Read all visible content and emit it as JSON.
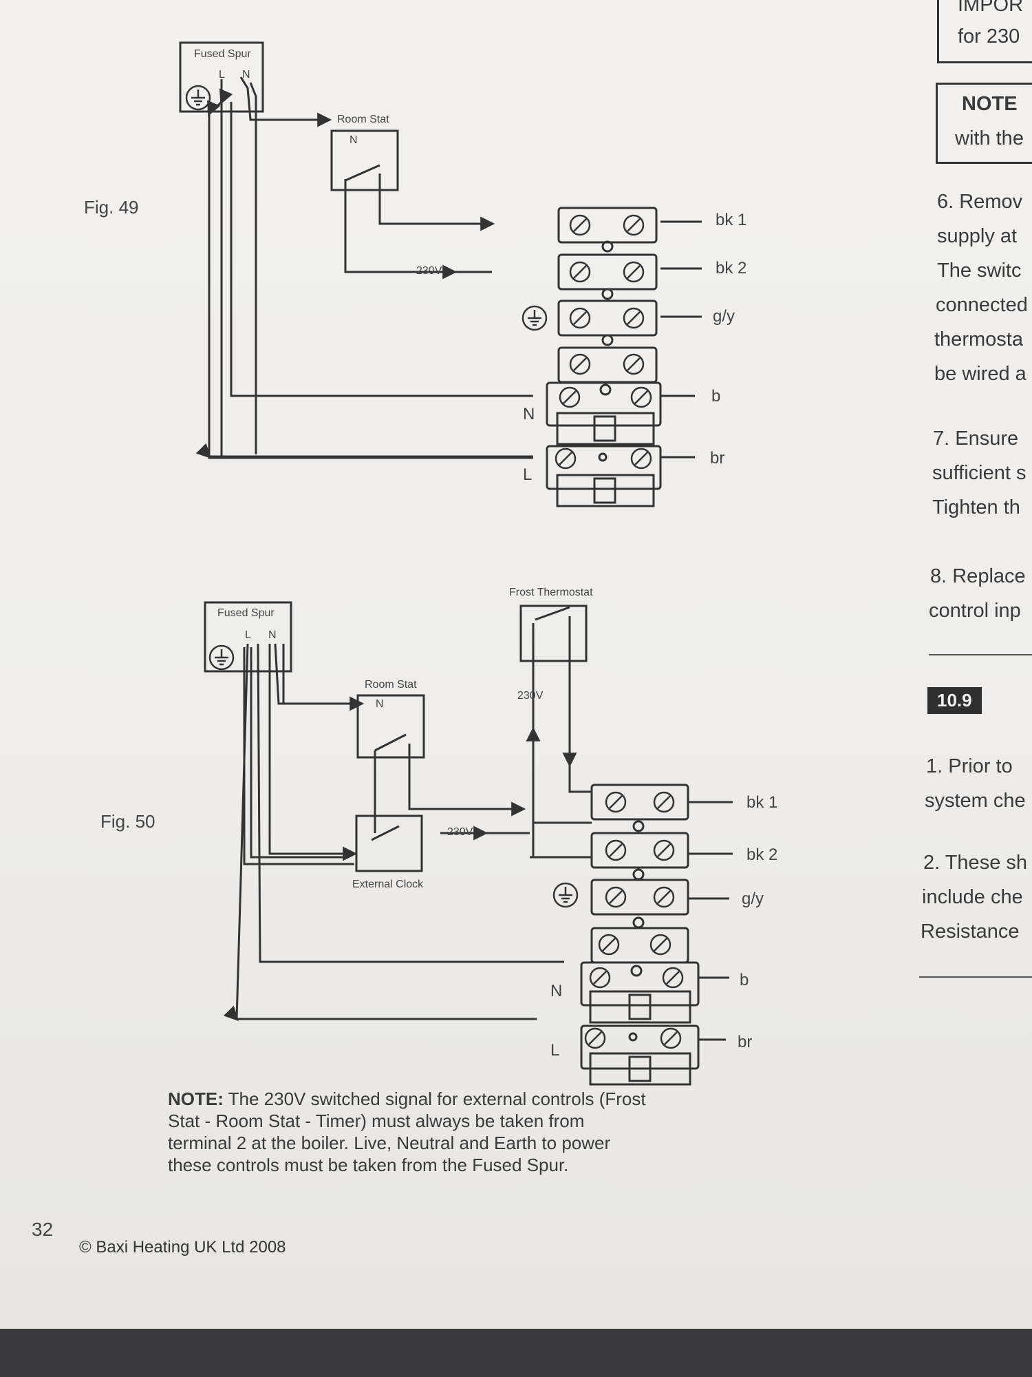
{
  "figure_49": {
    "label": "Fig. 49",
    "fused_spur": "Fused Spur",
    "spur_L": "L",
    "spur_N": "N",
    "room_stat": "Room Stat",
    "room_stat_N": "N",
    "voltage": "230V",
    "terminal_N": "N",
    "terminal_L": "L",
    "wires": [
      "bk 1",
      "bk 2",
      "g/y",
      "b",
      "br"
    ]
  },
  "figure_50": {
    "label": "Fig. 50",
    "fused_spur": "Fused Spur",
    "spur_L": "L",
    "spur_N": "N",
    "room_stat": "Room Stat",
    "room_stat_N": "N",
    "frost_thermostat": "Frost Thermostat",
    "frost_voltage": "230V",
    "clock_voltage": "230V",
    "external_clock": "External Clock",
    "terminal_N": "N",
    "terminal_L": "L",
    "wires": [
      "bk 1",
      "bk 2",
      "g/y",
      "b",
      "br"
    ]
  },
  "note": {
    "label": "NOTE:",
    "text": " The 230V switched signal for external controls (Frost Stat - Room Stat - Timer) must always be taken from terminal 2 at the boiler. Live, Neutral and Earth to power these controls must be taken from the Fused Spur."
  },
  "footer": {
    "page_number": "32",
    "copyright": "© Baxi Heating UK Ltd 2008"
  },
  "right_column": {
    "important_box": [
      "IMPOR",
      "for 230"
    ],
    "note_box": [
      "NOTE",
      "with the"
    ],
    "lines_a": [
      "6. Remov",
      "supply at",
      "The switc",
      "connected",
      "thermosta",
      "be wired a"
    ],
    "lines_b": [
      "7. Ensure",
      "sufficient s",
      "Tighten th"
    ],
    "lines_c": [
      "8. Replace",
      "control inp"
    ],
    "section": "10.9",
    "lines_d": [
      "1. Prior to",
      "system che"
    ],
    "lines_e": [
      "2. These sh",
      "include che",
      "Resistance"
    ]
  }
}
